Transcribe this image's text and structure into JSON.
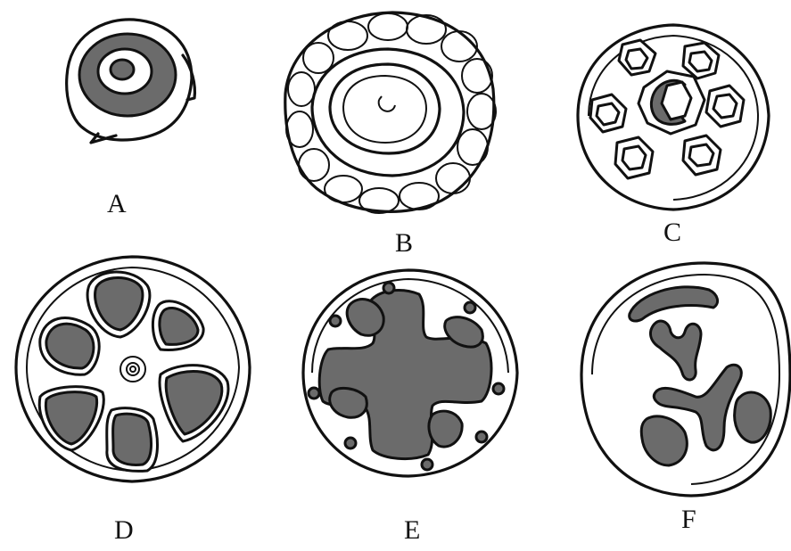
{
  "figures": [
    {
      "id": "A",
      "label": "A"
    },
    {
      "id": "B",
      "label": "B"
    },
    {
      "id": "C",
      "label": "C"
    },
    {
      "id": "D",
      "label": "D"
    },
    {
      "id": "E",
      "label": "E"
    },
    {
      "id": "F",
      "label": "F"
    }
  ],
  "colors": {
    "ink": "#111111",
    "fill_grey": "#6b6b6b",
    "background": "#ffffff"
  }
}
